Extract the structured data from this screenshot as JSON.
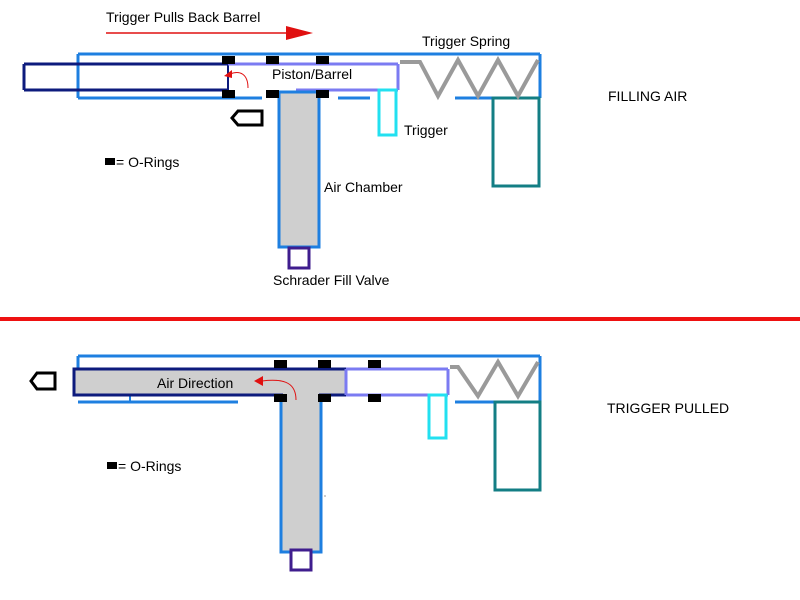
{
  "colors": {
    "housing": "#1e7fe0",
    "barrel": "#0d1b7d",
    "piston": "#7b7bf2",
    "chamber_fill": "#cfcfcf",
    "trigger": "#22e0f0",
    "grip": "#137e84",
    "spring": "#9a9a9a",
    "valve": "#3f1d8e",
    "oring": "#000000",
    "arrow_red": "#e01010",
    "divider": "#ee1111"
  },
  "top": {
    "trigger_pulls_label": "Trigger Pulls Back Barrel",
    "trigger_spring_label": "Trigger Spring",
    "piston_barrel_label": "Piston/Barrel",
    "trigger_label": "Trigger",
    "o_rings_label": "= O-Rings",
    "air_chamber_label": "Air Chamber",
    "schrader_label": "Schrader Fill Valve",
    "state_label": "FILLING AIR"
  },
  "bottom": {
    "air_direction_label": "Air Direction",
    "o_rings_label": "= O-Rings",
    "state_label": "TRIGGER PULLED"
  }
}
